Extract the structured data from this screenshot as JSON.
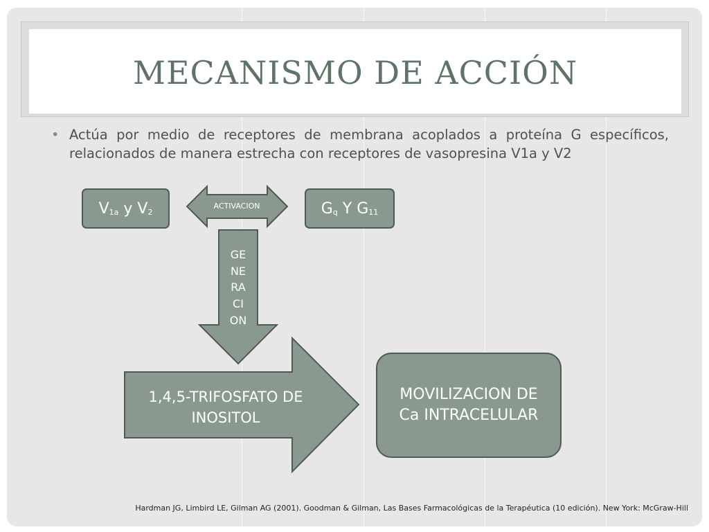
{
  "title": "MECANISMO DE ACCIÓN",
  "bullet": {
    "text": "Actúa por medio de receptores de membrana acoplados a proteína G específicos, relacionados de manera estrecha con receptores de vasopresina V1a y V2"
  },
  "diagram": {
    "receptors": {
      "main1": "V",
      "sub1": "1a",
      "mid": " y V",
      "sub2": "2"
    },
    "activation_label": "ACTIVACION",
    "gproteins": {
      "main1": "G",
      "sub1": "q",
      "mid": " Y G",
      "sub2": "11"
    },
    "generation_lines": [
      "GE",
      "NE",
      "RA",
      "CI",
      "ON"
    ],
    "ip3_lines": [
      "1,4,5-TRIFOSFATO DE",
      "INOSITOL"
    ],
    "calcium_lines": [
      "MOVILIZACION DE",
      "Ca INTRACELULAR"
    ]
  },
  "citation": "Hardman JG, Limbird LE, Gilman AG (2001). Goodman & Gilman, Las Bases Farmacológicas de la Terapéutica (10 edición). New York: McGraw-Hill",
  "colors": {
    "background": "#e7e7e7",
    "title_text": "#5f7366",
    "shape_fill": "#8a998f",
    "shape_border": "#4f5a54"
  }
}
